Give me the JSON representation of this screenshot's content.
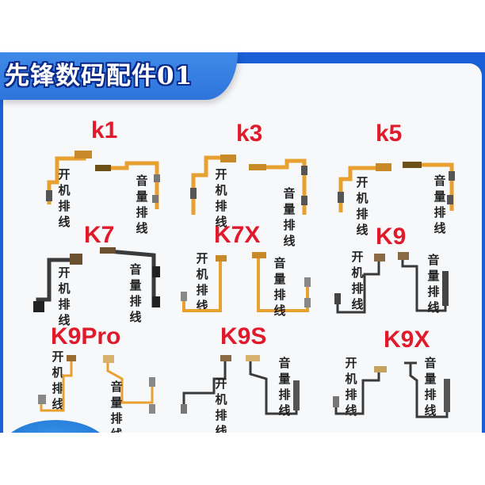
{
  "banner": {
    "title": "先锋数码配件01"
  },
  "labels": {
    "power": "开机排线",
    "volume": "音量排线"
  },
  "colors": {
    "banner_blue": "#2f74dc",
    "frame_blue": "#1a5fd6",
    "model_red": "#e01a2a",
    "flex_orange": "#e8a030",
    "flex_black": "#3a3a3a"
  },
  "grid": [
    {
      "model": "k1",
      "cable_color": "orange"
    },
    {
      "model": "k3",
      "cable_color": "orange"
    },
    {
      "model": "k5",
      "cable_color": "orange"
    },
    {
      "model": "K7",
      "cable_color": "black"
    },
    {
      "model": "K7X",
      "cable_color": "orange"
    },
    {
      "model": "K9",
      "cable_color": "black"
    },
    {
      "model": "K9Pro",
      "cable_color": "orange"
    },
    {
      "model": "K9S",
      "cable_color": "black"
    },
    {
      "model": "K9X",
      "cable_color": "black"
    }
  ]
}
